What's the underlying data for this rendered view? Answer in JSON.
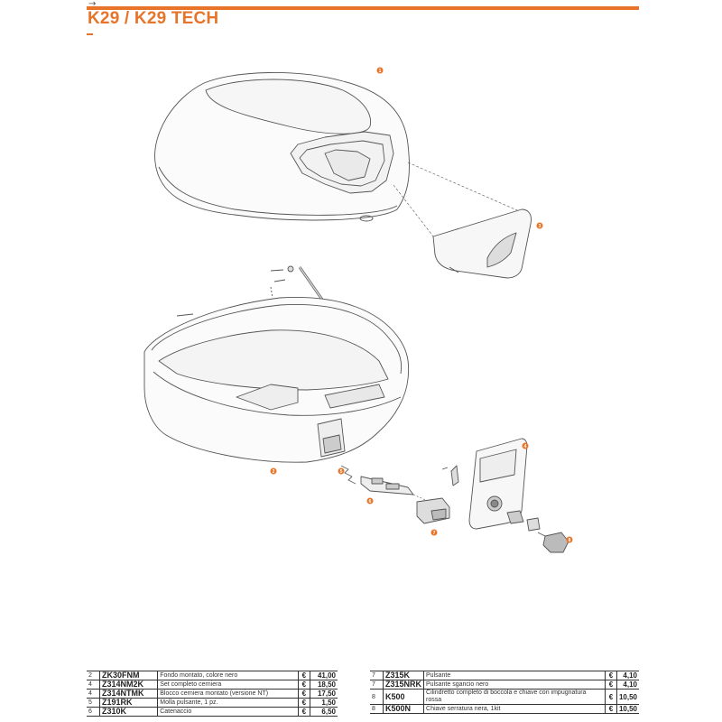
{
  "header": {
    "arrow": "→",
    "title": "K29 / K29 TECH"
  },
  "callouts": [
    "1",
    "2",
    "3",
    "4",
    "5",
    "6",
    "7",
    "8"
  ],
  "parts_left": [
    {
      "idx": "2",
      "code": "ZK30FNM",
      "desc": "Fondo montato, colore nero",
      "currency": "€",
      "price": "41,00"
    },
    {
      "idx": "4",
      "code": "Z314NM2K",
      "desc": "Set completo cerniera",
      "currency": "€",
      "price": "18,50"
    },
    {
      "idx": "4",
      "code": "Z314NTMK",
      "desc": "Blocco cerniera montato (versione NT)",
      "currency": "€",
      "price": "17,50"
    },
    {
      "idx": "5",
      "code": "Z191RK",
      "desc": "Molla pulsante, 1 pz.",
      "currency": "€",
      "price": "1,50"
    },
    {
      "idx": "6",
      "code": "Z310K",
      "desc": "Catenaccio",
      "currency": "€",
      "price": "6,50"
    }
  ],
  "parts_right": [
    {
      "idx": "7",
      "code": "Z315K",
      "desc": "Pulsante",
      "currency": "€",
      "price": "4,10"
    },
    {
      "idx": "7",
      "code": "Z315NRK",
      "desc": "Pulsante sgancio nero",
      "currency": "€",
      "price": "4,10"
    },
    {
      "idx": "8",
      "code": "K500",
      "desc": "Cilindretto completo di boccola e chiave con impugnatura rossa",
      "currency": "€",
      "price": "10,50"
    },
    {
      "idx": "8",
      "code": "K500N",
      "desc": "Chiave serratura nera, 1kit",
      "currency": "€",
      "price": "10,50"
    }
  ],
  "colors": {
    "accent": "#e8742a",
    "line": "#333333"
  }
}
